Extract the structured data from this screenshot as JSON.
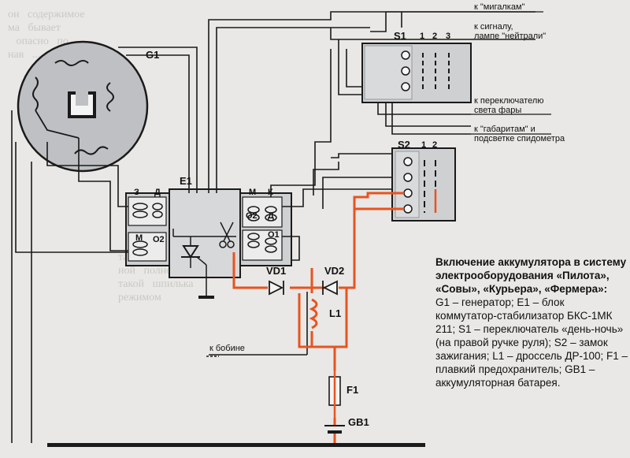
{
  "components": {
    "g1": "G1",
    "e1": "E1",
    "s1": "S1",
    "s2": "S2",
    "vd1": "VD1",
    "vd2": "VD2",
    "l1": "L1",
    "f1": "F1",
    "gb1": "GB1"
  },
  "terminals": {
    "e1_z": "З",
    "e1_d": "Д",
    "e1_m_left": "М",
    "e1_o2_left": "О2",
    "e1_m_right": "М",
    "e1_k": "К",
    "e1_o2_right": "О2",
    "e1_d_right": "Д",
    "e1_o1": "О1",
    "s1_pos1": "1",
    "s1_pos2": "2",
    "s1_pos3": "3",
    "s2_pos1": "1",
    "s2_pos2": "2"
  },
  "wire_labels": {
    "migalki": "к \"мигалкам\"",
    "signal_line1": "к сигналу,",
    "signal_line2": "лампе \"нейтрали\"",
    "headlight_line1": "к переключателю",
    "headlight_line2": "света фары",
    "gabarit_line1": "к \"габаритам\" и",
    "gabarit_line2": "подсветке спидометра",
    "bobine": "к бобине"
  },
  "caption": {
    "title": "Включение аккумулятора в систему электрооборудования «Пилота», «Совы», «Курьера», «Фермера»:",
    "body": "G1 – генератор; E1 – блок коммутатор-стабилизатор БКС-1МК 211; S1 – переключатель «день-ночь» (на правой ручке руля); S2 – замок зажигания; L1 – дроссель ДР-100; F1 – плавкий предохранитель; GB1 – аккумуляторная батарея."
  },
  "colors": {
    "wire": "#1a1a1a",
    "battery_circuit": "#e8531f",
    "block_fill": "#cfd0d2",
    "background": "#e9e8e6"
  }
}
